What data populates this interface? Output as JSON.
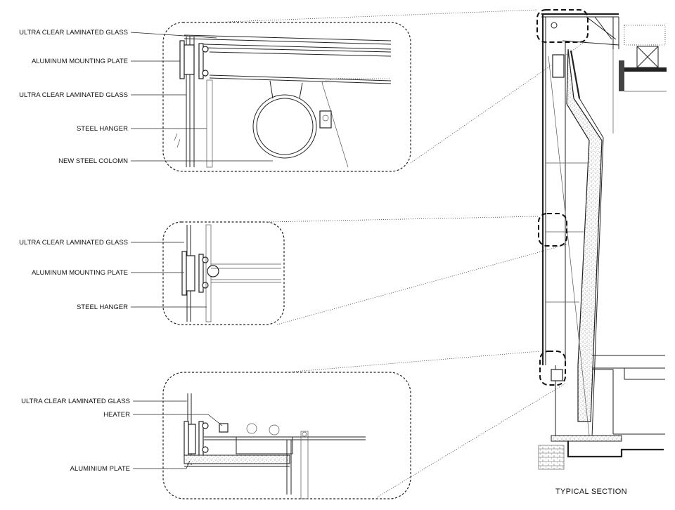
{
  "details": {
    "top": {
      "labels": [
        "ULTRA CLEAR LAMINATED GLASS",
        "ALUMINUM MOUNTING PLATE",
        "ULTRA CLEAR LAMINATED GLASS",
        "STEEL HANGER",
        "NEW STEEL COLOMN"
      ]
    },
    "middle": {
      "labels": [
        "ULTRA CLEAR LAMINATED GLASS",
        "ALUMINUM MOUNTING PLATE",
        "STEEL HANGER"
      ]
    },
    "bottom": {
      "labels": [
        "ULTRA CLEAR LAMINATED GLASS",
        "HEATER",
        "ALUMINIUM PLATE"
      ]
    }
  },
  "section": {
    "title": "TYPICAL SECTION"
  },
  "colors": {
    "line": "#222222",
    "background": "#ffffff",
    "hatch": "#444444"
  }
}
